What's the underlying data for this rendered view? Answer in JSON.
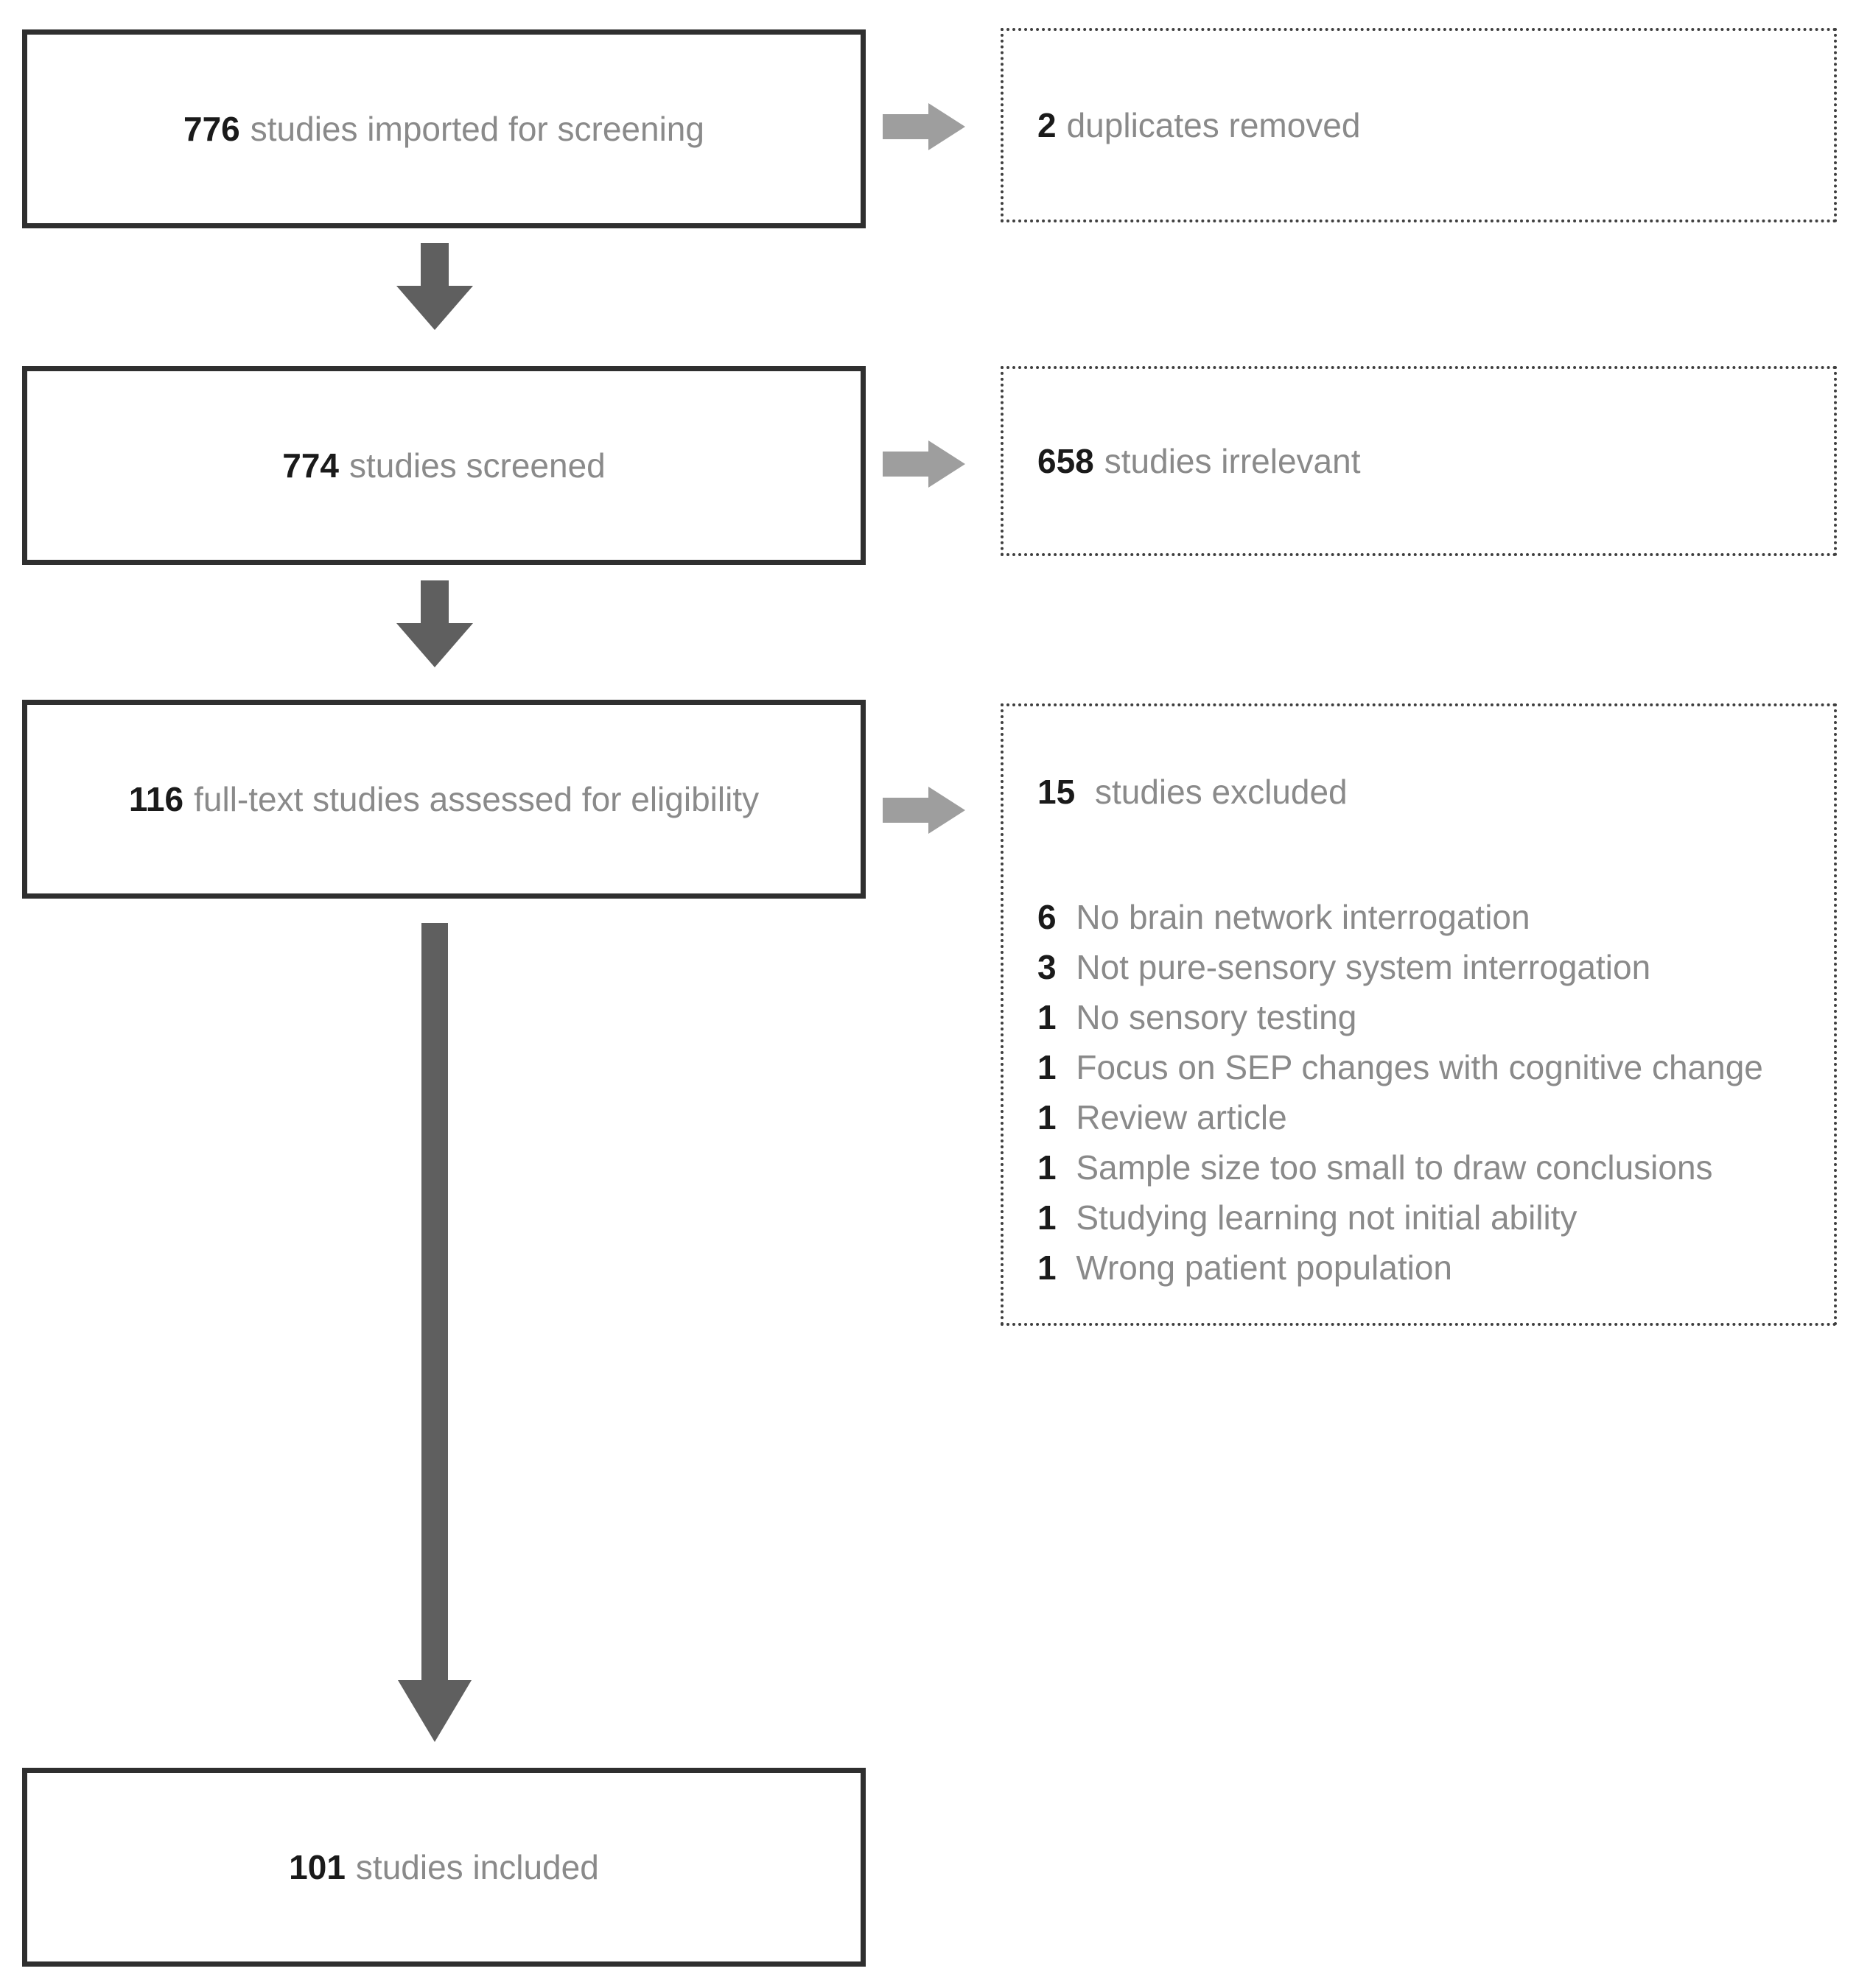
{
  "diagram": {
    "type": "study-screening-flowchart",
    "colors": {
      "solid_box_border": "#2f2f2f",
      "dotted_box_border": "#3f3f3f",
      "count_text": "#1a1a1a",
      "label_text": "#8a8a8a",
      "down_arrow": "#5f5f5f",
      "right_arrow": "#9e9e9e",
      "background": "#ffffff"
    },
    "main_flow": [
      {
        "count": "776",
        "label": "studies imported for screening"
      },
      {
        "count": "774",
        "label": "studies screened"
      },
      {
        "count": "116",
        "label": "full-text studies assessed for eligibility"
      },
      {
        "count": "101",
        "label": "studies included"
      }
    ],
    "side_notes": [
      {
        "count": "2",
        "label": "duplicates removed"
      },
      {
        "count": "658",
        "label": "studies irrelevant"
      },
      {
        "count": "15",
        "label": "studies excluded",
        "reasons": [
          {
            "count": "6",
            "label": "No brain network interrogation"
          },
          {
            "count": "3",
            "label": "Not pure-sensory system interrogation"
          },
          {
            "count": "1",
            "label": "No sensory testing"
          },
          {
            "count": "1",
            "label": "Focus on SEP changes with cognitive change"
          },
          {
            "count": "1",
            "label": "Review article"
          },
          {
            "count": "1",
            "label": "Sample size too small to draw conclusions"
          },
          {
            "count": "1",
            "label": "Studying learning not initial ability"
          },
          {
            "count": "1",
            "label": "Wrong patient population"
          }
        ]
      }
    ]
  }
}
